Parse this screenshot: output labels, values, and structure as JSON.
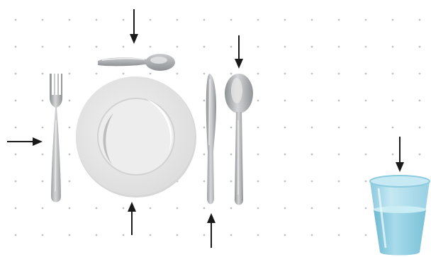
{
  "scene": {
    "background": "#ffffff",
    "dot_color": "#bfc2c5",
    "items": [
      {
        "name": "dessert-spoon",
        "icon": "horizontal-spoon"
      },
      {
        "name": "fork",
        "icon": "fork"
      },
      {
        "name": "dinner-plate",
        "icon": "plate"
      },
      {
        "name": "knife",
        "icon": "knife"
      },
      {
        "name": "soup-spoon",
        "icon": "spoon"
      },
      {
        "name": "water-glass",
        "icon": "glass-of-water"
      }
    ],
    "arrows": [
      {
        "name": "arrow-down-to-dessert-spoon",
        "direction": "down"
      },
      {
        "name": "arrow-right-to-fork",
        "direction": "right"
      },
      {
        "name": "arrow-up-to-plate",
        "direction": "up"
      },
      {
        "name": "arrow-up-to-knife",
        "direction": "up"
      },
      {
        "name": "arrow-down-to-soup-spoon",
        "direction": "down"
      },
      {
        "name": "arrow-down-to-glass",
        "direction": "down"
      }
    ],
    "colors": {
      "cutlery": "#a8aaad",
      "cutlery_highlight": "#e6e7e8",
      "plate": "#e9e9e9",
      "glass": "#a9dbe9",
      "arrow": "#1a1a1a"
    }
  }
}
